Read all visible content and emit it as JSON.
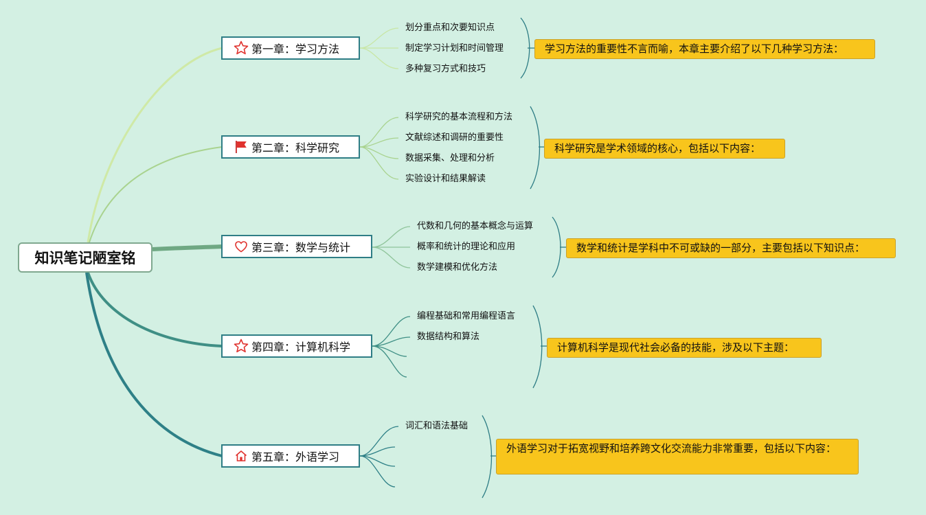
{
  "root": {
    "title": "知识笔记陋室铭"
  },
  "chapters": [
    {
      "title": "第一章：学习方法",
      "icon": "star-icon",
      "items": [
        "划分重点和次要知识点",
        "制定学习计划和时间管理",
        "多种复习方式和技巧"
      ],
      "note": "学习方法的重要性不言而喻，本章主要介绍了以下几种学习方法："
    },
    {
      "title": "第二章：科学研究",
      "icon": "flag-icon",
      "items": [
        "科学研究的基本流程和方法",
        "文献综述和调研的重要性",
        "数据采集、处理和分析",
        "实验设计和结果解读"
      ],
      "note": "科学研究是学术领域的核心，包括以下内容："
    },
    {
      "title": "第三章：数学与统计",
      "icon": "heart-icon",
      "items": [
        "代数和几何的基本概念与运算",
        "概率和统计的理论和应用",
        "数学建模和优化方法"
      ],
      "note": "数学和统计是学科中不可或缺的一部分，主要包括以下知识点："
    },
    {
      "title": "第四章：计算机科学",
      "icon": "star-icon",
      "items": [
        "编程基础和常用编程语言",
        "数据结构和算法",
        "",
        ""
      ],
      "note": "计算机科学是现代社会必备的技能，涉及以下主题："
    },
    {
      "title": "第五章：外语学习",
      "icon": "home-icon",
      "items": [
        "词汇和语法基础",
        "",
        "",
        ""
      ],
      "note": "外语学习对于拓宽视野和培养跨文化交流能力非常重要，包括以下内容："
    }
  ],
  "colors": {
    "background": "#d3f0e3",
    "branch_1": "#cfe9a6",
    "branch_2": "#a9d38f",
    "branch_3": "#6fa883",
    "branch_4": "#3f8f85",
    "branch_5": "#2e8087",
    "note_fill": "#f8c51c",
    "icon_red": "#e0322e"
  }
}
